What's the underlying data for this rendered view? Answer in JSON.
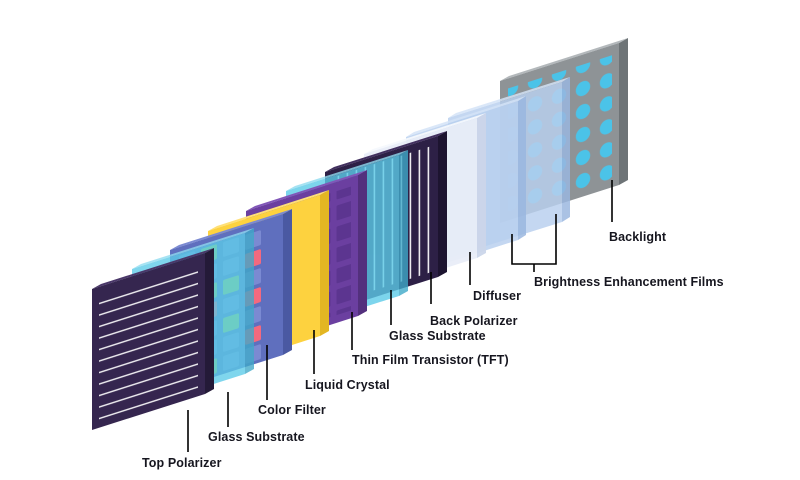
{
  "diagram": {
    "title": "Exploded isometric view of an LCD display panel layer stack",
    "background_color": "#ffffff",
    "label_color": "#16161f",
    "leader_color": "#000000"
  },
  "layers": [
    {
      "id": "top-polarizer",
      "label": "Top Polarizer",
      "color": "#35264f",
      "side_color": "#241a38",
      "top_color": "#4a3769",
      "pattern": "horizontal-stripes",
      "pattern_color": "#ffffff",
      "stripe_count": 9
    },
    {
      "id": "glass-substrate-front",
      "label": "Glass Substrate",
      "color": "#5ccbe8",
      "side_color": "#3fa9c9",
      "top_color": "#8fdcf0",
      "pattern": "plain",
      "opacity": 0.78
    },
    {
      "id": "color-filter",
      "label": "Color Filter",
      "color": "#5f6fbe",
      "side_color": "#4a59a2",
      "top_color": "#7b8ad2",
      "pattern": "rgb-subpixels",
      "subpixel_colors": [
        "#f4697e",
        "#a8d84a",
        "#7b8ad2"
      ],
      "cell_cols": 3,
      "cell_rows": 7
    },
    {
      "id": "liquid-crystal",
      "label": "Liquid Crystal",
      "color": "#fdd23f",
      "side_color": "#e3b623",
      "top_color": "#ffe076",
      "pattern": "plain"
    },
    {
      "id": "thin-film-transistor",
      "label": "Thin Film Transistor (TFT)",
      "color": "#6b3fa0",
      "side_color": "#53307d",
      "top_color": "#8156b8",
      "pattern": "cell-grid",
      "cell_color": "#5c3590",
      "cell_cols": 3,
      "cell_rows": 7
    },
    {
      "id": "glass-substrate-back",
      "label": "Glass Substrate",
      "color": "#5ccbe8",
      "side_color": "#3fa9c9",
      "top_color": "#8fdcf0",
      "pattern": "plain",
      "opacity": 0.78
    },
    {
      "id": "back-polarizer",
      "label": "Back Polarizer",
      "color": "#2d2046",
      "side_color": "#1d1430",
      "top_color": "#42305f",
      "pattern": "vertical-stripes",
      "pattern_color": "#ffffff",
      "stripe_count": 14
    },
    {
      "id": "diffuser",
      "label": "Diffuser",
      "color": "#e9eef8",
      "side_color": "#ccd6ea",
      "top_color": "#f6f9fd",
      "pattern": "plain",
      "opacity": 0.92
    },
    {
      "id": "brightness-enhancement-film-1",
      "label": "Brightness Enhancement Films",
      "color": "#b9d0ef",
      "side_color": "#9ab7e0",
      "top_color": "#d4e3f7",
      "pattern": "plain",
      "opacity": 0.82
    },
    {
      "id": "brightness-enhancement-film-2",
      "label": "Brightness Enhancement Films",
      "color": "#b9d0ef",
      "side_color": "#9ab7e0",
      "top_color": "#d4e3f7",
      "pattern": "plain",
      "opacity": 0.82
    },
    {
      "id": "backlight",
      "label": "Backlight",
      "color": "#8e9396",
      "side_color": "#6e7477",
      "top_color": "#b3b8bb",
      "pattern": "led-dots",
      "dot_color": "#4bc3e8",
      "dot_cols": 4,
      "dot_rows": 7
    }
  ],
  "labels": [
    {
      "id": "label-top-polarizer",
      "text": "Top Polarizer"
    },
    {
      "id": "label-glass-substrate-front",
      "text": "Glass Substrate"
    },
    {
      "id": "label-color-filter",
      "text": "Color Filter"
    },
    {
      "id": "label-liquid-crystal",
      "text": "Liquid Crystal"
    },
    {
      "id": "label-thin-film-transistor",
      "text": "Thin Film Transistor (TFT)"
    },
    {
      "id": "label-glass-substrate-back",
      "text": "Glass Substrate"
    },
    {
      "id": "label-back-polarizer",
      "text": "Back Polarizer"
    },
    {
      "id": "label-diffuser",
      "text": "Diffuser"
    },
    {
      "id": "label-brightness-enhancement-films",
      "text": "Brightness Enhancement Films"
    },
    {
      "id": "label-backlight",
      "text": "Backlight"
    }
  ]
}
